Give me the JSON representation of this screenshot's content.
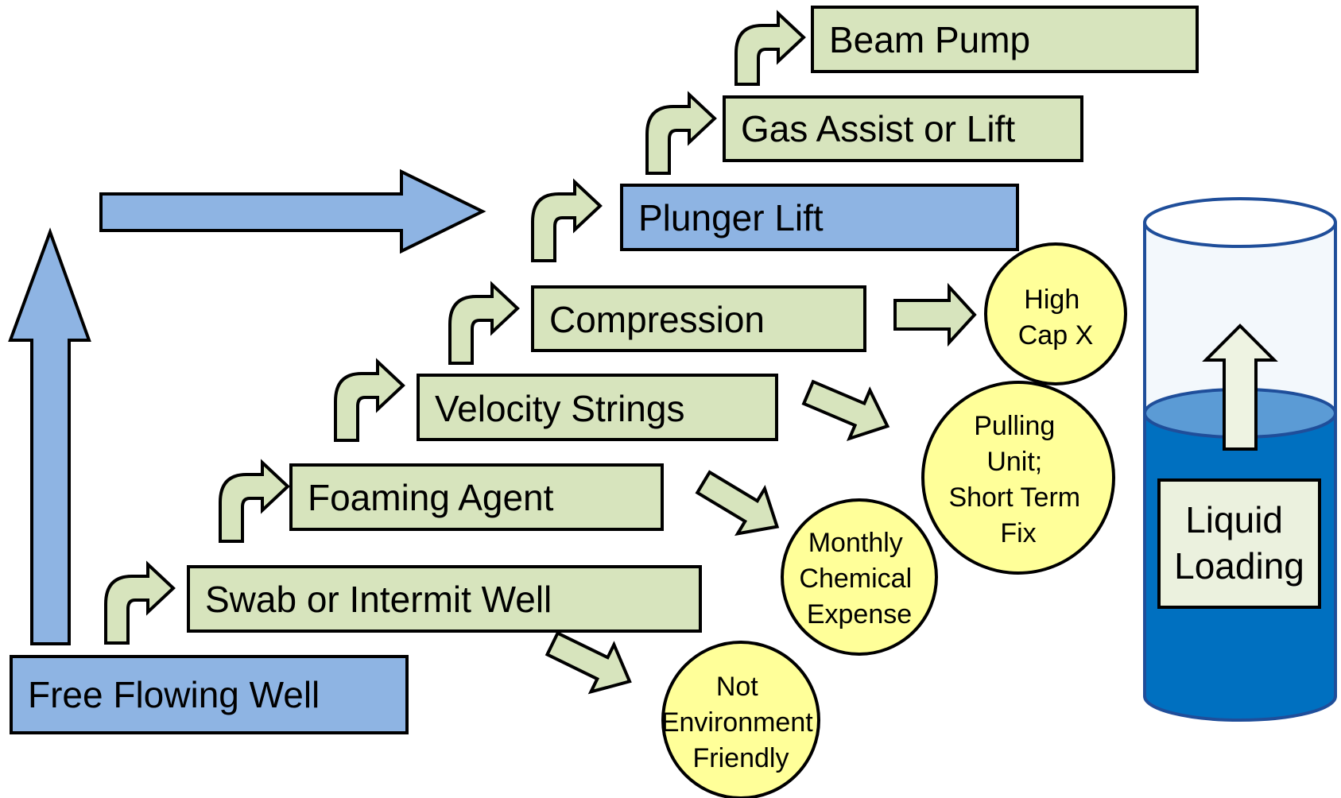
{
  "diagram": {
    "steps": [
      {
        "label": "Free Flowing Well"
      },
      {
        "label": "Swab or Intermit Well"
      },
      {
        "label": "Foaming Agent"
      },
      {
        "label": "Velocity Strings"
      },
      {
        "label": "Compression"
      },
      {
        "label": "Plunger Lift"
      },
      {
        "label": "Gas Assist or Lift"
      },
      {
        "label": "Beam Pump"
      }
    ],
    "outcomes": [
      {
        "lines": [
          "Not",
          "Environment",
          "Friendly"
        ]
      },
      {
        "lines": [
          "Monthly",
          "Chemical",
          "Expense"
        ]
      },
      {
        "lines": [
          "Pulling",
          "Unit;",
          "Short Term",
          "Fix"
        ]
      },
      {
        "lines": [
          "High",
          "Cap X"
        ]
      }
    ],
    "tank": {
      "lines": [
        "Liquid",
        "Loading"
      ]
    },
    "colors": {
      "blue_box": "#8EB4E3",
      "green_box": "#D7E4BD",
      "arrow_fill": "#D7E4BD",
      "outcome_circle": "#FFFF99",
      "tank_liquid": "#0070C0",
      "tank_surface": "#5B9BD5",
      "tank_glass": "#DDEBF7",
      "tank_outline": "#1F4E9A",
      "tank_label_box": "#EBF1DE",
      "up_arrow_fill": "#EEF3E2",
      "outline": "#000000"
    }
  }
}
